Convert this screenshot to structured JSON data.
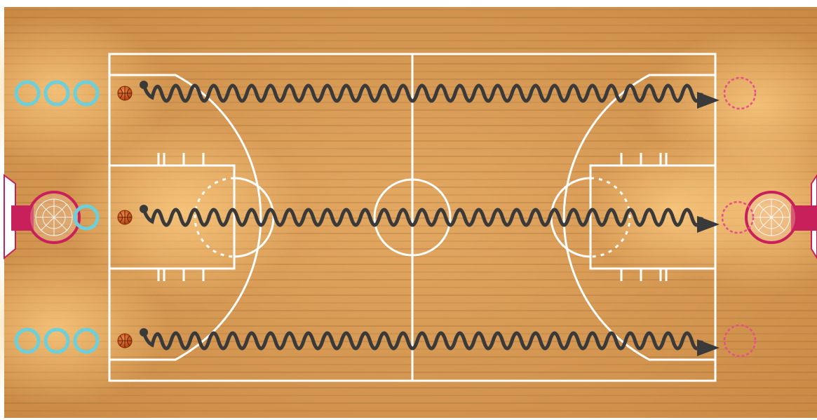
{
  "title": "",
  "colors": {
    "background": "#ffffff",
    "floor_light": "#d99a55",
    "floor_dark": "#b97a3c",
    "plank_line": "#8a5a2b",
    "court_lines": "#ffffff",
    "cone_ring": "#6ccfd9",
    "ball": "#d95a1e",
    "dribble_path": "#3a3a3a",
    "hoop_rim": "#c8205a",
    "backboard": "#c8205a",
    "target_ring": "#e84e8a"
  },
  "icons": {
    "cone": "cone-ring-icon",
    "ball": "basketball-icon",
    "hoop": "basketball-hoop-icon",
    "target": "target-hoop-icon",
    "arrow": "arrow-head-icon"
  },
  "lanes": [
    {
      "name": "top",
      "cones": 3,
      "path": "zigzag-dribble",
      "target": "dashed-hoop"
    },
    {
      "name": "middle",
      "cones": 1,
      "path": "zigzag-dribble",
      "target": "hoop"
    },
    {
      "name": "bottom",
      "cones": 3,
      "path": "zigzag-dribble",
      "target": "dashed-hoop"
    }
  ]
}
